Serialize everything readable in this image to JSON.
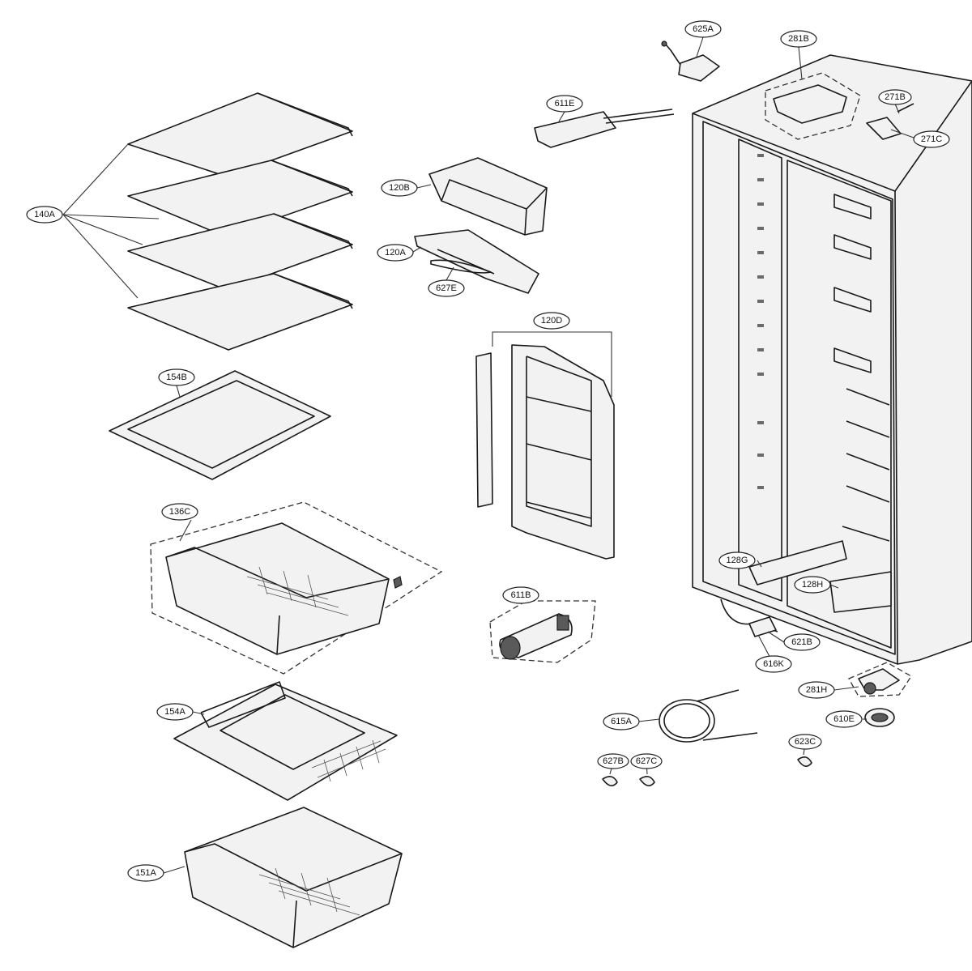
{
  "labels": {
    "l625A": "625A",
    "l281B": "281B",
    "l271B": "271B",
    "l271C": "271C",
    "l611E": "611E",
    "l120B": "120B",
    "l120A": "120A",
    "l627E": "627E",
    "l140A": "140A",
    "l154B": "154B",
    "l120D": "120D",
    "l136C": "136C",
    "l128G": "128G",
    "l128H": "128H",
    "l611B": "611B",
    "l621B": "621B",
    "l616K": "616K",
    "l281H": "281H",
    "l610E": "610E",
    "l615A": "615A",
    "l623C": "623C",
    "l627B": "627B",
    "l627C": "627C",
    "l154A": "154A",
    "l151A": "151A"
  }
}
